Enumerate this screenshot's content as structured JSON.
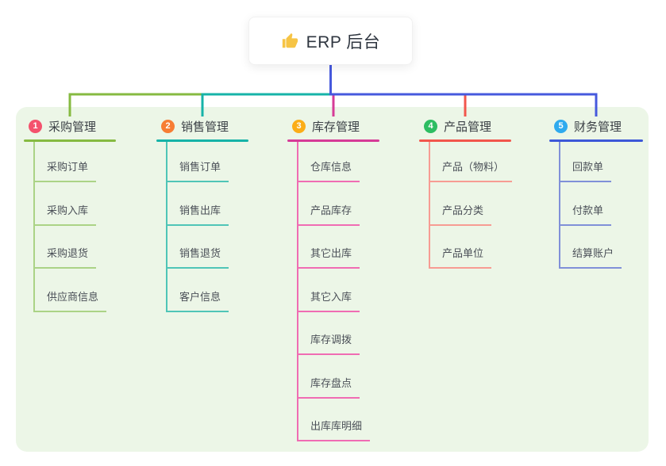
{
  "root": {
    "icon": "thumbs-up",
    "title": "ERP 后台"
  },
  "panel": {
    "bg": "#ecf6e7"
  },
  "connector": {
    "stem_color": "#4659dd",
    "icon_color": "#f6c445"
  },
  "branches": [
    {
      "number": "1",
      "title": "采购管理",
      "badge_color": "#f4526d",
      "line_color": "#86ba41",
      "child_line_color": "#abd386",
      "children": [
        "采购订单",
        "采购入库",
        "采购退货",
        "供应商信息"
      ]
    },
    {
      "number": "2",
      "title": "销售管理",
      "badge_color": "#f77d34",
      "line_color": "#16b3a8",
      "child_line_color": "#4fc5b7",
      "children": [
        "销售订单",
        "销售出库",
        "销售退货",
        "客户信息"
      ]
    },
    {
      "number": "3",
      "title": "库存管理",
      "badge_color": "#fbad17",
      "line_color": "#d63b97",
      "child_line_color": "#f06cb3",
      "children": [
        "仓库信息",
        "产品库存",
        "其它出库",
        "其它入库",
        "库存调拨",
        "库存盘点",
        "出库库明细"
      ]
    },
    {
      "number": "4",
      "title": "产品管理",
      "badge_color": "#2dbd62",
      "line_color": "#f2564c",
      "child_line_color": "#f79c93",
      "children": [
        "产品（物料）",
        "产品分类",
        "产品单位"
      ]
    },
    {
      "number": "5",
      "title": "财务管理",
      "badge_color": "#2faaee",
      "line_color": "#3d58d8",
      "child_line_color": "#8090d8",
      "children": [
        "回款单",
        "付款单",
        "结算账户"
      ]
    }
  ]
}
